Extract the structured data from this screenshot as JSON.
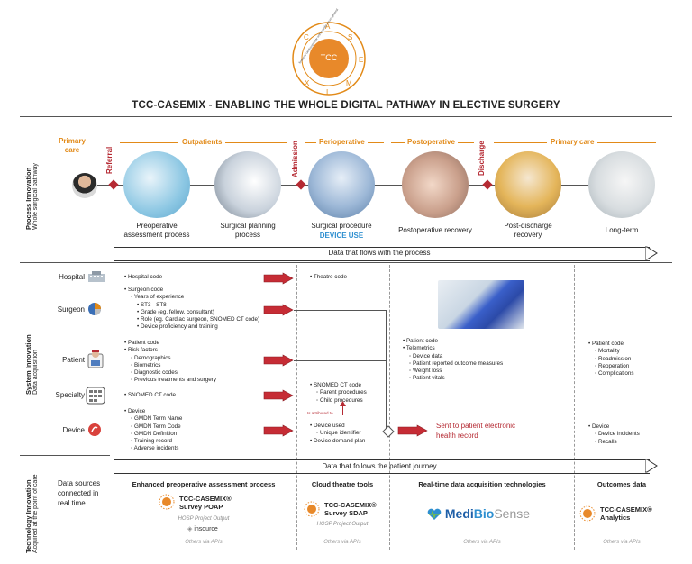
{
  "logo": {
    "center": "TCC",
    "ring": "financial cardiovascular orthopaedic neuro general surgery",
    "letters": [
      "C",
      "A",
      "S",
      "E",
      "M",
      "I",
      "X"
    ]
  },
  "title": "TCC-CASEMIX - ENABLING THE WHOLE  DIGITAL PATHWAY IN ELECTIVE SURGERY",
  "phases": {
    "primary_care_left": "Primary care",
    "referral": "Referral",
    "outpatients": "Outpatients",
    "admission": "Admission",
    "perioperative": "Perioperative",
    "postoperative": "Postoperative",
    "discharge": "Discharge",
    "primary_care_right": "Primary care"
  },
  "stages": [
    {
      "label": "Preoperative assessment process"
    },
    {
      "label": "Surgical planning process"
    },
    {
      "label": "Surgical procedure",
      "sub": "DEVICE USE"
    },
    {
      "label": "Postoperative recovery"
    },
    {
      "label": "Post-discharge recovery"
    },
    {
      "label": "Long-term"
    }
  ],
  "sections": {
    "process": {
      "title": "Process Innovation",
      "sub": "Whole surgical pathway"
    },
    "system": {
      "title": "System Innovation",
      "sub": "Data acquisition"
    },
    "technology": {
      "title": "Technology Innovation",
      "sub": "Acquired at the point of care"
    }
  },
  "flow_arrows": {
    "process": "Data that flows with the process",
    "patient": "Data that follows the patient journey"
  },
  "roles": [
    "Hospital",
    "Surgeon",
    "Patient",
    "Specialty",
    "Device"
  ],
  "col1": {
    "hospital": [
      "Hospital code"
    ],
    "surgeon": [
      "Surgeon code",
      "Years of experience",
      "ST3 - ST8",
      "Grade (eg. fellow, consultant)",
      "Role (eg. Cardiac surgeon, SNOMED CT code)",
      "Device proficiency and training"
    ],
    "patient": [
      "Patient code",
      "Risk factors",
      "Demographics",
      "Biometrics",
      "Diagnostic codes",
      "Previous treatments and surgery"
    ],
    "specialty": [
      "SNOMED CT code"
    ],
    "device": [
      "Device",
      "GMDN Term Name",
      "GMDN Term Code",
      "GMDN Definition",
      "Training record",
      "Adverse incidents"
    ]
  },
  "col2": {
    "hospital": [
      "Theatre code"
    ],
    "specialty": [
      "SNOMED CT code",
      "Parent procedures",
      "Child procedures"
    ],
    "attributed": "Is attributed to",
    "device": [
      "Device used",
      "Unique identifier",
      "Device demand plan"
    ]
  },
  "col3": {
    "patient": [
      "Patient code",
      "Telemetrics",
      "Device data",
      "Patient reported outcome measures",
      "Weight loss",
      "Patient vitals"
    ],
    "ehr": "Sent to patient electronic health record"
  },
  "col4": {
    "patient": [
      "Patient code",
      "Mortality",
      "Readmission",
      "Reoperation",
      "Complications"
    ],
    "device": [
      "Device",
      "Device incidents",
      "Recalls"
    ]
  },
  "tech": {
    "left_label": "Data sources connected in real time",
    "columns": [
      {
        "heading": "Enhanced preoperative assessment process",
        "product": "TCC-CASEMIX® Survey POAP",
        "output": "HOSP Project Output",
        "partner": "insource",
        "others": "Others via APIs"
      },
      {
        "heading": "Cloud theatre tools",
        "product": "TCC-CASEMIX® Survey SDAP",
        "output": "HOSP Project Output",
        "others": "Others via APIs"
      },
      {
        "heading": "Real-time data acquisition technologies",
        "brand_a": "Medi",
        "brand_b": "Bio",
        "brand_c": "Sense",
        "others": "Others via APIs"
      },
      {
        "heading": "Outcomes data",
        "product": "TCC-CASEMIX® Analytics",
        "others": "Others via APIs"
      }
    ]
  },
  "colors": {
    "orange": "#e28a18",
    "red": "#b52a33",
    "blue": "#2e8fd0"
  }
}
